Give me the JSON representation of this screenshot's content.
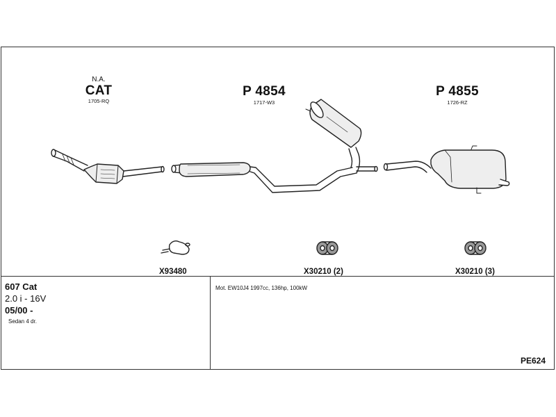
{
  "parts": {
    "cat": {
      "na": "N.A.",
      "name": "CAT",
      "ref": "1705-RQ"
    },
    "p4854": {
      "name": "P 4854",
      "ref": "1717-W3"
    },
    "p4855": {
      "name": "P 4855",
      "ref": "1726-RZ"
    }
  },
  "fittings": {
    "clamp": "X93480",
    "rubber_mid": "X30210 (2)",
    "rubber_rear": "X30210 (3)"
  },
  "vehicle": {
    "model": "607 Cat",
    "engine": "2.0 i - 16V",
    "date": "05/00 -",
    "body": "Sedan 4 dr."
  },
  "motor": "Mot. EW10J4 1997cc, 136hp, 100kW",
  "code": "PE624"
}
